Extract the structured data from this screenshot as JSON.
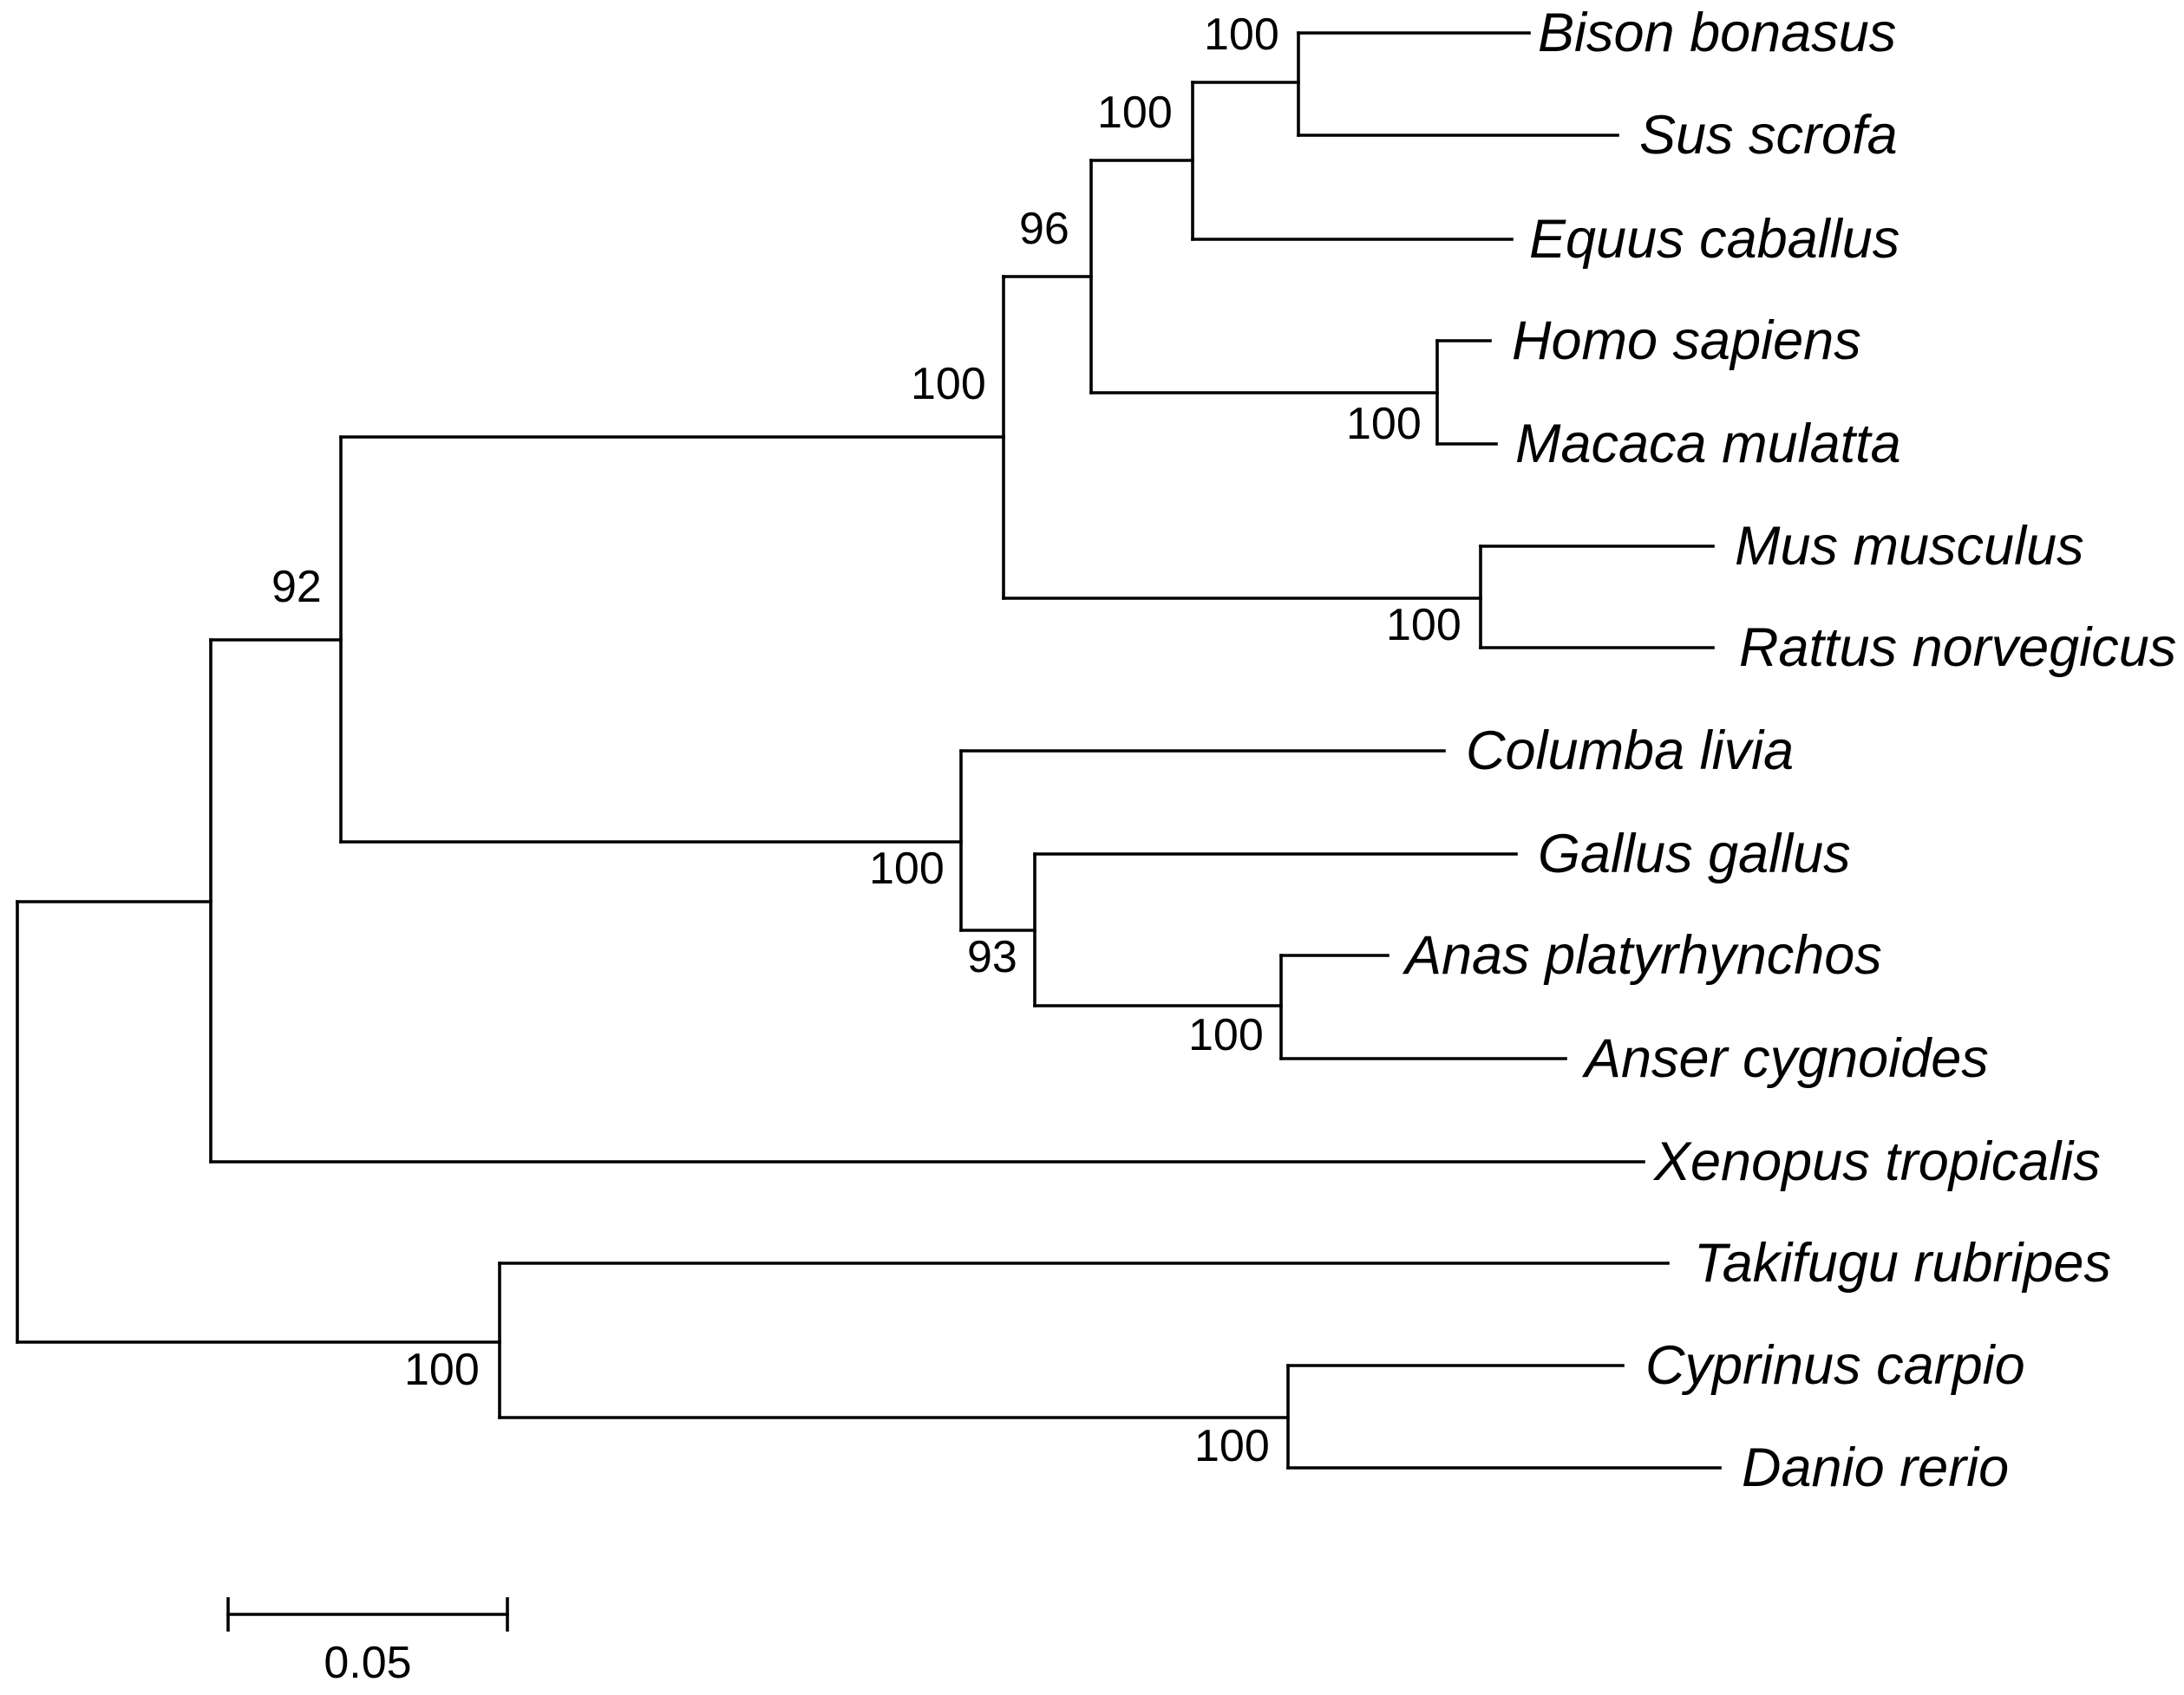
{
  "tree": {
    "taxa": [
      "Bison bonasus",
      "Sus scrofa",
      "Equus caballus",
      "Homo sapiens",
      "Macaca mulatta",
      "Mus musculus",
      "Rattus norvegicus",
      "Columba livia",
      "Gallus gallus",
      "Anas platyrhynchos",
      "Anser cygnoides",
      "Xenopus tropicalis",
      "Takifugu rubripes",
      "Cyprinus carpio",
      "Danio rerio"
    ],
    "bootstrap": {
      "bison_sus": "100",
      "bison_sus_equus": "100",
      "homo_macaca": "100",
      "primates_ungulates": "96",
      "mus_rattus": "100",
      "mammals": "100",
      "anas_anser": "100",
      "gallus_anseriformes": "93",
      "birds": "100",
      "amniotes": "92",
      "fishes_cyprinids": "100",
      "fishes": "100"
    }
  },
  "scale_bar": {
    "label": "0.05",
    "length": 0.05
  },
  "colors": {
    "line": "#000000",
    "text": "#000000",
    "background": "#ffffff"
  }
}
